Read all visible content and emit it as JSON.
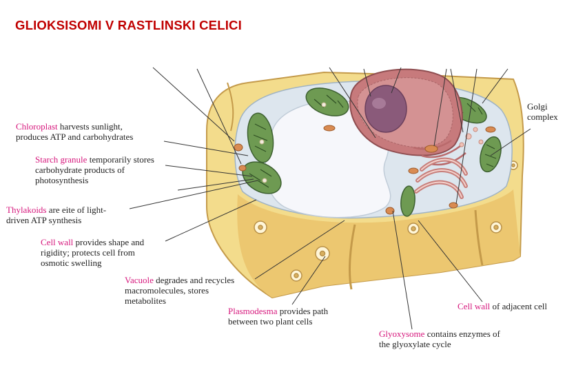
{
  "title": "GLIOKSISOMI V RASTLINSKI CELICI",
  "labels": {
    "chloroplast": {
      "term": "Chloroplast",
      "line1": "harvests sunlight,",
      "line2": "produces ATP and carbohydrates"
    },
    "starch": {
      "term": "Starch granule",
      "line1": "temporarily stores",
      "line2": "carbohydrate products of",
      "line3": "photosynthesis"
    },
    "thylakoids": {
      "term": "Thylakoids",
      "line1": "are eite of light-",
      "line2": "driven ATP synthesis"
    },
    "cell_wall": {
      "term": "Cell wall",
      "line1": "provides shape and",
      "line2": "rigidity; protects cell from",
      "line3": "osmotic swelling"
    },
    "vacuole": {
      "term": "Vacuole",
      "line1": "degrades and recycles",
      "line2": "macromolecules, stores",
      "line3": "metabolites"
    },
    "plasmodesma": {
      "term": "Plasmodesma",
      "line1": "provides path",
      "line2": "between two plant cells"
    },
    "glyoxysome": {
      "term": "Glyoxysome",
      "line1": "contains enzymes of",
      "line2": "the glyoxylate cycle"
    },
    "adjacent_wall": {
      "term": "Cell wall",
      "line1": "of adjacent cell"
    },
    "golgi": {
      "line1": "Golgi",
      "line2": "complex"
    }
  },
  "colors": {
    "title": "#c00000",
    "term": "#d6177c",
    "cell_wall": "#f3dc8c",
    "cytoplasm": "#dde6ee",
    "vacuole": "#f6f7fb",
    "chloroplast": "#6e9a52",
    "nucleus": "#c77a7c",
    "nucleolus": "#8a5a7a",
    "golgi": "#e6a8a4",
    "organelle": "#d98b52"
  }
}
